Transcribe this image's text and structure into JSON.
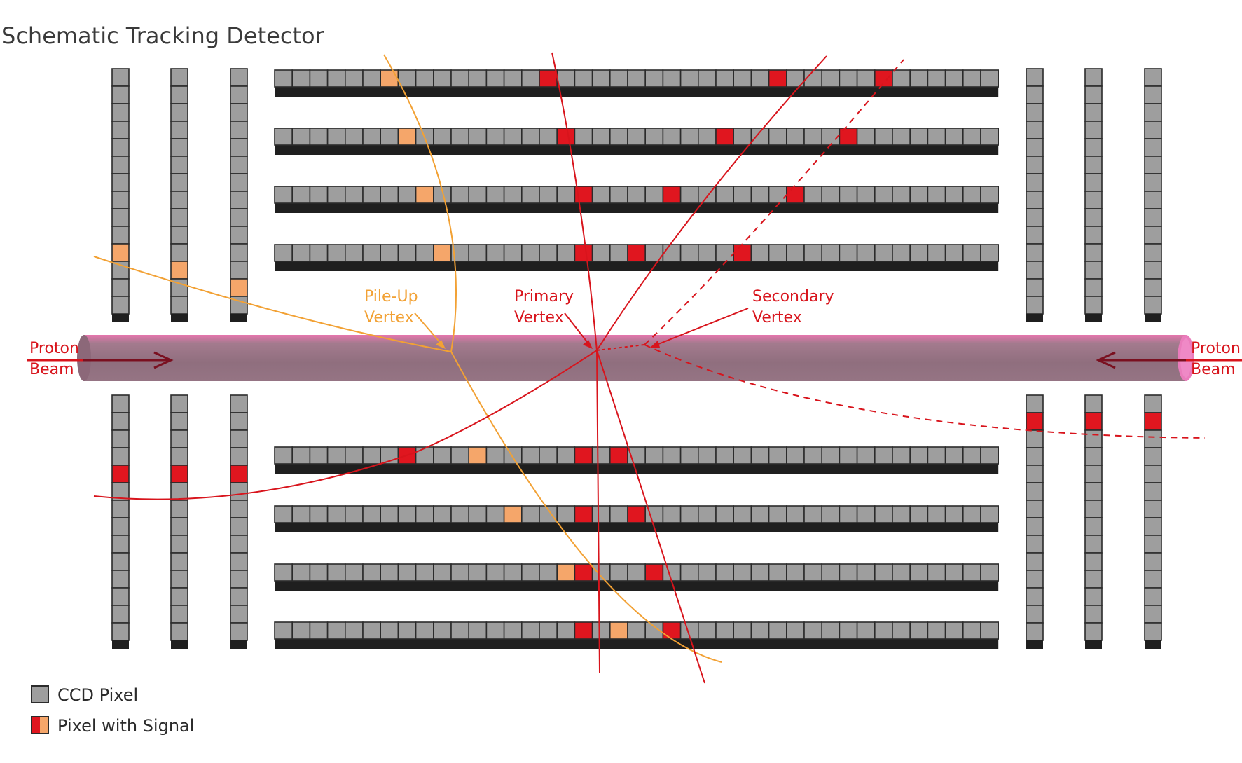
{
  "title": "Schematic Tracking Detector",
  "labels": {
    "pileup_line1": "Pile-Up",
    "pileup_line2": "Vertex",
    "primary_line1": "Primary",
    "primary_line2": "Vertex",
    "secondary_line1": "Secondary",
    "secondary_line2": "Vertex",
    "beam_left_line1": "Proton",
    "beam_left_line2": "Beam",
    "beam_right_line1": "Proton",
    "beam_right_line2": "Beam"
  },
  "legend": {
    "ccd_pixel": "CCD Pixel",
    "pixel_with_signal": "Pixel with Signal"
  },
  "colors": {
    "pixel": "#9e9e9e",
    "pixel_border": "#2b2b2b",
    "sensor_base": "#1f1f1f",
    "signal_red": "#e0161f",
    "signal_orange": "#f5a66a",
    "track_red": "#d8141c",
    "track_orange": "#f2a134",
    "text_red": "#d8141c",
    "text_orange": "#f2a134",
    "beam": "#7a5668",
    "beam_highlight": "#e85aa8",
    "title": "#3a3a3a"
  },
  "detector": {
    "pixels_per_barrel_layer": 41,
    "pixels_per_endcap_column": 14,
    "barrel_top_hits": [
      {
        "layer": 1,
        "orange": [
          7
        ],
        "red": [
          16,
          29,
          35
        ]
      },
      {
        "layer": 2,
        "orange": [
          8
        ],
        "red": [
          17,
          26,
          33
        ]
      },
      {
        "layer": 3,
        "orange": [
          9
        ],
        "red": [
          18,
          23,
          30
        ]
      },
      {
        "layer": 4,
        "orange": [
          10
        ],
        "red": [
          18,
          21,
          27
        ]
      }
    ],
    "barrel_bottom_hits": [
      {
        "layer": 1,
        "orange": [
          12
        ],
        "red": [
          8,
          18,
          20
        ]
      },
      {
        "layer": 2,
        "orange": [
          14
        ],
        "red": [
          18,
          21
        ]
      },
      {
        "layer": 3,
        "orange": [
          17
        ],
        "red": [
          18,
          22
        ]
      },
      {
        "layer": 4,
        "orange": [
          20
        ],
        "red": [
          18,
          23
        ]
      }
    ],
    "endcap_left_hits": {
      "top_orange": [
        11,
        12,
        13
      ],
      "bottom_red": [
        5,
        5,
        5
      ]
    },
    "endcap_right_hits": {
      "bottom_red": [
        2,
        2,
        2
      ]
    }
  }
}
